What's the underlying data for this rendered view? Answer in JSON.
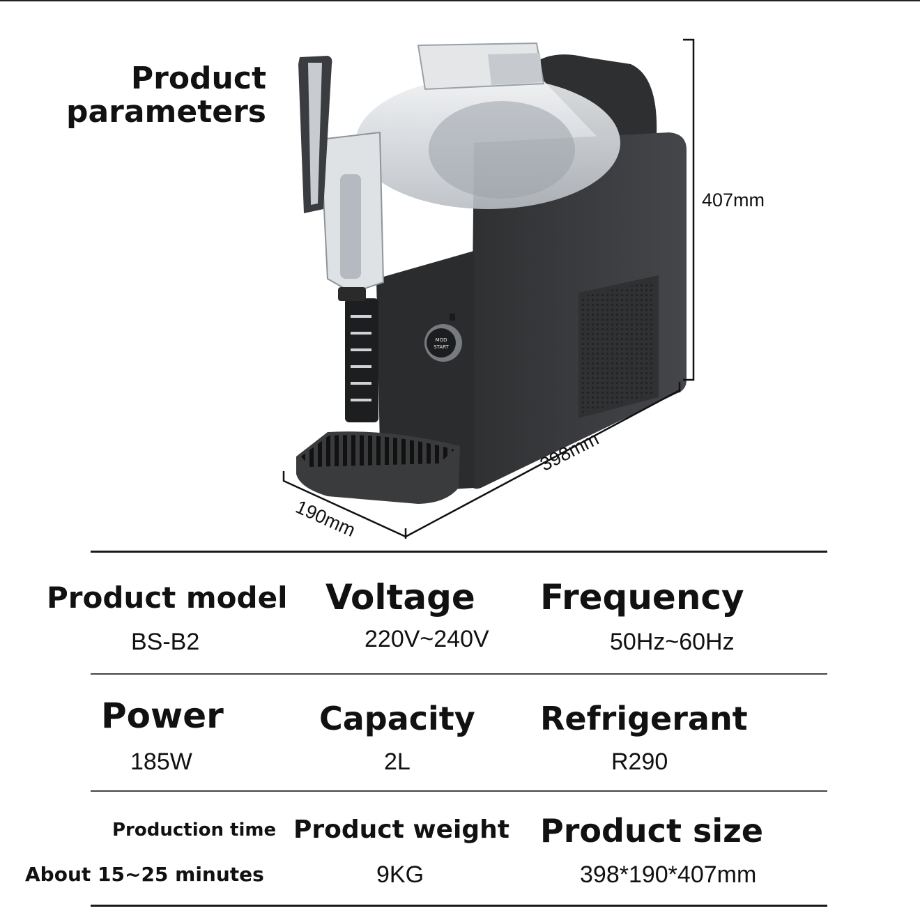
{
  "header": {
    "title_line1": "Product",
    "title_line2": "parameters"
  },
  "dimensions": {
    "height": "407mm",
    "length": "398mm",
    "width": "190mm"
  },
  "panel": {
    "knob_line1": "MOD",
    "knob_line2": "START"
  },
  "specs": {
    "model": {
      "label": "Product model",
      "value": "BS-B2"
    },
    "voltage": {
      "label": "Voltage",
      "value": "220V~240V"
    },
    "frequency": {
      "label": "Frequency",
      "value": "50Hz~60Hz"
    },
    "power": {
      "label": "Power",
      "value": "185W"
    },
    "capacity": {
      "label": "Capacity",
      "value": "2L"
    },
    "refrigerant": {
      "label": "Refrigerant",
      "value": "R290"
    },
    "production_time": {
      "label": "Production time",
      "value": "About 15~25 minutes"
    },
    "weight": {
      "label": "Product weight",
      "value": "9KG"
    },
    "size": {
      "label": "Product size",
      "value": "398*190*407mm"
    }
  },
  "colors": {
    "machine_body": "#3a3b3d",
    "rule": "#1a1a1a",
    "text": "#111111"
  }
}
